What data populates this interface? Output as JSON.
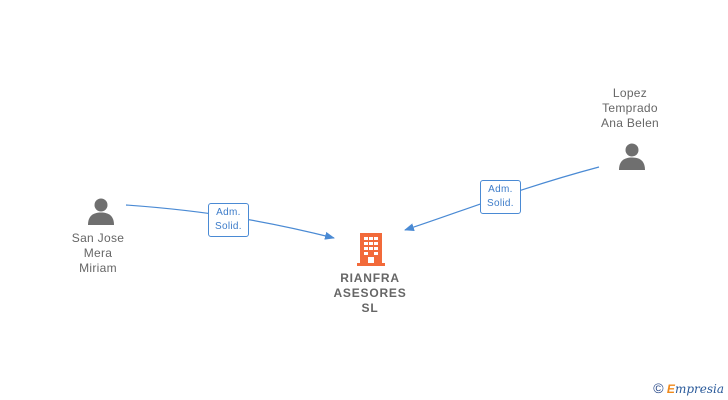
{
  "nodes": {
    "person_left": {
      "lines": [
        "San Jose",
        "Mera",
        "Miriam"
      ]
    },
    "person_right": {
      "lines": [
        "Lopez",
        "Temprado",
        "Ana Belen"
      ]
    },
    "company": {
      "lines": [
        "RIANFRA",
        "ASESORES",
        "SL"
      ]
    }
  },
  "edges": {
    "left": {
      "lines": [
        "Adm.",
        "Solid."
      ]
    },
    "right": {
      "lines": [
        "Adm.",
        "Solid."
      ]
    }
  },
  "watermark": {
    "symbol": "©",
    "brand_initial": "E",
    "brand_rest": "mpresia"
  },
  "colors": {
    "edge": "#4a8ad4",
    "person_icon": "#6f6f6f",
    "company_icon": "#f26a3a",
    "label": "#666666"
  }
}
